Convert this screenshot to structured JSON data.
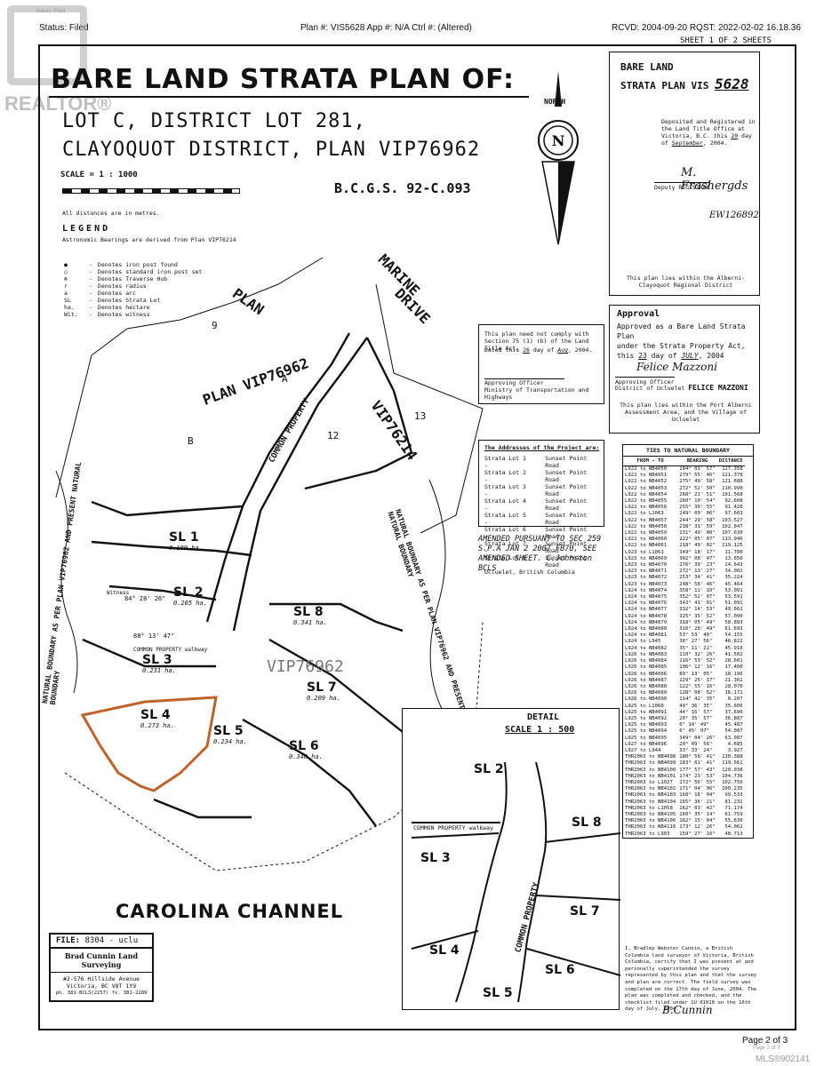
{
  "watermark": {
    "top_left": "Status: Filed",
    "brand": "REALTOR®",
    "bottom_right": "MLS®902141",
    "page_small": "Page 2 of 3"
  },
  "header": {
    "status": "Status: Filed",
    "plan": "Plan #: VIS5628 App #: N/A Ctrl #: (Altered)",
    "rcvd": "RCVD: 2004-09-20 RQST: 2022-02-02 16.18.36",
    "sheet": "SHEET 1 OF 2 SHEETS"
  },
  "title": {
    "main": "BARE LAND STRATA PLAN OF:",
    "line1": "LOT C, DISTRICT LOT 281,",
    "line2": "CLAYOQUOT DISTRICT, PLAN VIP76962",
    "scale": "SCALE = 1 : 1000",
    "bcgs": "B.C.G.S. 92-C.093",
    "distances": "All distances are in metres.",
    "north": "NORTH"
  },
  "legend": {
    "heading": "LEGEND",
    "bearings": "Astronomic Bearings are derived from Plan VIP76214",
    "items": [
      {
        "sym": "●",
        "dash": "-",
        "text": "Denotes iron post found"
      },
      {
        "sym": "○",
        "dash": "-",
        "text": "Denotes standard iron post set"
      },
      {
        "sym": "⊗",
        "dash": "-",
        "text": "Denotes Traverse Hub"
      },
      {
        "sym": "r",
        "dash": "-",
        "text": "Denotes radius"
      },
      {
        "sym": "a",
        "dash": "-",
        "text": "Denotes arc"
      },
      {
        "sym": "SL",
        "dash": "-",
        "text": "Denotes Strata Lot"
      },
      {
        "sym": "ha.",
        "dash": "-",
        "text": "Denotes hectare"
      },
      {
        "sym": "Wit.",
        "dash": "-",
        "text": "Denotes witness"
      }
    ]
  },
  "registration": {
    "title1": "BARE LAND",
    "title2": "STRATA PLAN VIS",
    "plan_no": "5628",
    "text": "Deposited and Registered in the Land Title Office at Victoria, B.C. this",
    "day": "20",
    "day_of": "day of",
    "month": "September",
    "year": ", 2004.",
    "sig": "M. Frashergds",
    "registrar": "Deputy REGISTRAR",
    "number": "EW126892",
    "region": "This plan lies within the Alberni-Clayoquot Regional District"
  },
  "consent": {
    "text": "This plan need not comply with Section 75 (1) (b) of the Land Title Act.",
    "dated": "Dated this",
    "day": "26",
    "day_of": "day of",
    "month": "Aug",
    "year": ", 2004.",
    "officer": "Approving Officer",
    "ministry": "Ministry of Transportation and Highways"
  },
  "approval": {
    "heading": "Approval",
    "text1": "Approved as a Bare Land Strata Plan",
    "text2": "under the Strata Property Act,",
    "this": "this",
    "day": "23",
    "day_of": "day of",
    "month": "JULY",
    "year": ", 2004",
    "sig": "Felice Mazzoni",
    "officer": "Approving Officer",
    "district": "District of Ucluelet",
    "name": "FELICE MAZZONI",
    "lies": "This plan lies within the Port Alberni Assessment Area, and the Village of Ucluelet"
  },
  "addresses": {
    "heading": "The Addresses of the Project are:",
    "rows": [
      {
        "lot": "Strata Lot 1 -",
        "addr": "Sunset Point Road"
      },
      {
        "lot": "Strata Lot 2 -",
        "addr": "Sunset Point Road"
      },
      {
        "lot": "Strata Lot 3 -",
        "addr": "Sunset Point Road"
      },
      {
        "lot": "Strata Lot 4 -",
        "addr": "Sunset Point Road"
      },
      {
        "lot": "Strata Lot 5 -",
        "addr": "Sunset Point Road"
      },
      {
        "lot": "Strata Lot 6 -",
        "addr": "Sunset Point Road"
      },
      {
        "lot": "Strata Lot 7 -",
        "addr": "Sunset Point Road"
      },
      {
        "lot": "Strata Lot 8 -",
        "addr": "Sunset Point Road"
      }
    ],
    "city": "Ucluelet, British Columbia"
  },
  "amended": "AMENDED PURSUANT TO SEC 259 S.P.A JAN 2 2007 FB70, SEE AMENDED SHEET. C.Johnston BCLS",
  "ties": {
    "heading": "TIES TO NATURAL BOUNDARY",
    "cols": [
      "FROM - TO",
      "BEARING",
      "DISTANCE"
    ],
    "rows": [
      [
        "L922 to NB4050",
        "284° 03' 57\"",
        "127.358"
      ],
      [
        "L922 to NB4051",
        "279° 55' 46\"",
        "121.378"
      ],
      [
        "L922 to NB4052",
        "275° 49' 58\"",
        "121.688"
      ],
      [
        "L922 to NB4053",
        "272° 52' 50\"",
        "110.990"
      ],
      [
        "L922 to NB4054",
        "268° 21' 51\"",
        "101.568"
      ],
      [
        "L922 to NB4055",
        "260° 10' 54\"",
        "92.608"
      ],
      [
        "L922 to NB4056",
        "255° 30' 55\"",
        "91.428"
      ],
      [
        "L922 to L1063",
        "249° 09' 06\"",
        "97.603"
      ],
      [
        "L922 to NB4057",
        "244° 29' 58\"",
        "103.527"
      ],
      [
        "L922 to NB4058",
        "238° 31' 59\"",
        "102.847"
      ],
      [
        "L922 to NB4059",
        "231° 49' 00\"",
        "107.630"
      ],
      [
        "L922 to NB4060",
        "222° 05' 07\"",
        "113.946"
      ],
      [
        "L922 to NB4061",
        "218° 49' 02\"",
        "119.125"
      ],
      [
        "L923 to L1061",
        "349° 18' 17\"",
        "11.780"
      ],
      [
        "L923 to NB4069",
        "302° 08' 47\"",
        "13.650"
      ],
      [
        "L923 to NB4070",
        "276° 39' 23\"",
        "24.643"
      ],
      [
        "L923 to NB4071",
        "272° 13' 27\"",
        "34.002"
      ],
      [
        "L923 to NB4072",
        "253° 34' 41\"",
        "35.224"
      ],
      [
        "L923 to NB4073",
        "248° 58' 46\"",
        "45.464"
      ],
      [
        "L924 to NB4074",
        "358° 11' 10\"",
        "53.091"
      ],
      [
        "L924 to NB4075",
        "352° 52' 07\"",
        "53.591"
      ],
      [
        "L924 to NB4076",
        "343° 41' 01\"",
        "51.091"
      ],
      [
        "L924 to NB4077",
        "332° 14' 53\"",
        "49.662"
      ],
      [
        "L924 to NB4078",
        "325° 35' 52\"",
        "57.090"
      ],
      [
        "L924 to NB4079",
        "318° 05' 49\"",
        "58.893"
      ],
      [
        "L924 to NB4080",
        "316° 28' 49\"",
        "61.693"
      ],
      [
        "L924 to NB4081",
        "53° 53' 40\"",
        "54.155"
      ],
      [
        "L924 to L945",
        "38° 27' 56\"",
        "46.822"
      ],
      [
        "L924 to NB4082",
        "35° 11' 22\"",
        "45.918"
      ],
      [
        "L926 to NB4083",
        "110° 32' 26\"",
        "41.502"
      ],
      [
        "L926 to NB4084",
        "116° 53' 52\"",
        "28.601"
      ],
      [
        "L926 to NB4085",
        "106° 12' 16\"",
        "17.400"
      ],
      [
        "L926 to NB4086",
        "89° 13' 05\"",
        "18.196"
      ],
      [
        "L926 to NB4087",
        "129° 25' 17\"",
        "21.302"
      ],
      [
        "L926 to NB4088",
        "122° 55' 16\"",
        "28.070"
      ],
      [
        "L926 to NB4089",
        "128° 08' 52\"",
        "16.171"
      ],
      [
        "L926 to NB4090",
        "114° 42' 35\"",
        "8.207"
      ],
      [
        "L925 to L1060",
        "49° 36' 35\"",
        "35.606"
      ],
      [
        "L925 to NB4091",
        "44° 16' 57\"",
        "37.690"
      ],
      [
        "L925 to NB4092",
        "20° 35' 57\"",
        "36.887"
      ],
      [
        "L925 to NB4093",
        "6° 14' 49\"",
        "45.487"
      ],
      [
        "L925 to NB4094",
        "6° 45' 07\"",
        "54.087"
      ],
      [
        "L925 to NB4095",
        "349° 04' 26\"",
        "63.087"
      ],
      [
        "L927 to NB4096",
        "20° 09' 56\"",
        "4.685"
      ],
      [
        "L927 to L944",
        "33° 33' 24\"",
        "3.927"
      ],
      [
        "THR2063 to NB4098",
        "180° 58' 41\"",
        "130.388"
      ],
      [
        "THR2063 to NB4099",
        "183° 01' 41\"",
        "119.561"
      ],
      [
        "THR2063 to NB4100",
        "177° 57' 43\"",
        "120.038"
      ],
      [
        "THR2063 to NB4101",
        "174° 23' 53\"",
        "104.736"
      ],
      [
        "THR2063 to L1027",
        "172° 56' 55\"",
        "102.756"
      ],
      [
        "THR2063 to NB4102",
        "171° 04' 06\"",
        "100.235"
      ],
      [
        "THR2063 to NB4103",
        "168° 16' 04\"",
        "99.533"
      ],
      [
        "THR2063 to NB4104",
        "165° 36' 21\"",
        "81.232"
      ],
      [
        "THR2063 to L1058",
        "162° 03' 42\"",
        "71.174"
      ],
      [
        "THR2063 to NB4105",
        "160° 35' 14\"",
        "61.759"
      ],
      [
        "THR2063 to NB4106",
        "162° 15' 04\"",
        "55.630"
      ],
      [
        "THR2063 to NB4116",
        "173° 12' 26\"",
        "54.062"
      ],
      [
        "THR2063 to L903",
        "159° 27' 16\"",
        "48.713"
      ]
    ]
  },
  "map": {
    "plan9": "9",
    "plan_word": "PLAN",
    "plan_vip76962": "PLAN VIP76962",
    "marine": "MARINE",
    "drive": "DRIVE",
    "vip76214": "VIP76214",
    "lot_a": "A",
    "lot_b": "B",
    "lot13": "13",
    "lot12": "12",
    "common_property": "COMMON PROPERTY",
    "natural_boundary_left": "NATURAL BOUNDARY AS PER PLAN VIP76962 AND PRESENT NATURAL BOUNDARY",
    "natural_boundary_right": "NATURAL BOUNDARY AS PER PLAN VIP76962 AND PRESENT NATURAL BOUNDARY",
    "carolina": "CAROLINA CHANNEL",
    "lots": [
      {
        "name": "SL 1",
        "area": "0.189 ha."
      },
      {
        "name": "SL 2",
        "area": "0.205 ha."
      },
      {
        "name": "SL 3",
        "area": "0.231 ha."
      },
      {
        "name": "SL 4",
        "area": "0.273 ha."
      },
      {
        "name": "SL 5",
        "area": "0.234 ha."
      },
      {
        "name": "SL 6",
        "area": "0.340 ha."
      },
      {
        "name": "SL 7",
        "area": "0.209 ha."
      },
      {
        "name": "SL 8",
        "area": "0.341 ha."
      }
    ],
    "common_walkway": "COMMON PROPERTY walkway",
    "bearing1": "84° 28' 26\"",
    "bearing2": "88° 13' 47\"",
    "witness": "Witness",
    "plan_overlay": "VIP76962"
  },
  "detail": {
    "heading": "DETAIL",
    "scale": "SCALE 1 : 500",
    "lots": [
      "SL 2",
      "SL 8",
      "SL 3",
      "SL 7",
      "SL 4",
      "SL 6",
      "SL 5"
    ],
    "common": "COMMON PROPERTY",
    "walkway": "COMMON PROPERTY walkway"
  },
  "file": {
    "label": "FILE:",
    "number": "8304 - uclu",
    "firm": "Brad Cunnin Land Surveying",
    "addr1": "#2-576 Hillside Avenue",
    "addr2": "Victoria, BC V8T 1Y9",
    "phone": "ph. 381-BCLS(2257) fx. 381-2289"
  },
  "certificate": "I, Bradley Webster Cunnin, a British Columbia land surveyor of Victoria, British Columbia, certify that I was present at and personally superintended the survey represented by this plan and that the survey and plan are correct. The field survey was completed on the 17th day of June, 2004. The plan was completed and checked, and the checklist filed under 1U 01010 on the 16th day of July, 2004.",
  "surveyor_sig": "B.Cunnin",
  "footer": {
    "page": "Page 2 of 3"
  },
  "colors": {
    "highlight": "#c0622b",
    "ink": "#111111"
  }
}
